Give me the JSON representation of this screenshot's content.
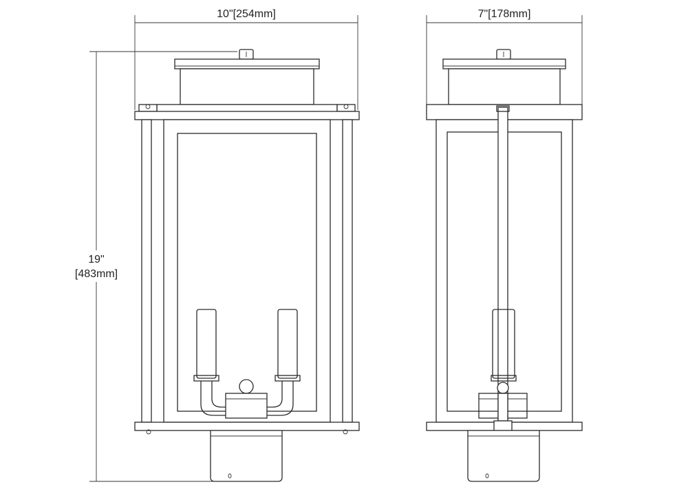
{
  "dimensions": {
    "front_width": "10\"[254mm]",
    "side_width": "7\"[178mm]",
    "height_in": "19\"",
    "height_mm": "[483mm]"
  }
}
